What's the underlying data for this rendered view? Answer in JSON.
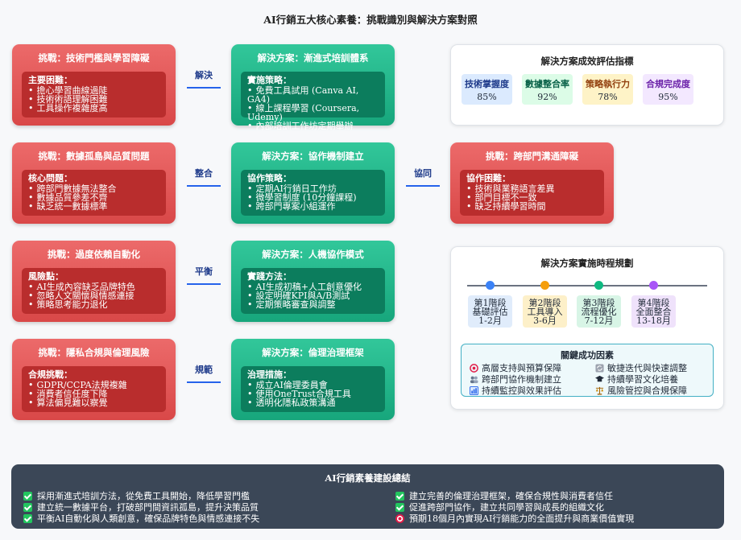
{
  "title": "AI行銷五大核心素養：挑戰識別與解決方案對照",
  "challenges": [
    {
      "title": "挑戰：技術門檻與學習障礙",
      "head": "主要困難：",
      "items": [
        "擔心學習曲線過陡",
        "技術術語理解困難",
        "工具操作複雜度高"
      ]
    },
    {
      "title": "挑戰：數據孤島與品質問題",
      "head": "核心問題：",
      "items": [
        "跨部門數據無法整合",
        "數據品質參差不齊",
        "缺乏統一數據標準"
      ]
    },
    {
      "title": "挑戰：過度依賴自動化",
      "head": "風險點：",
      "items": [
        "AI生成內容缺乏品牌特色",
        "忽略人文關懷與情感連接",
        "策略思考能力退化"
      ]
    },
    {
      "title": "挑戰：隱私合規與倫理風險",
      "head": "合規挑戰：",
      "items": [
        "GDPR/CCPA法規複雜",
        "消費者信任度下降",
        "算法偏見難以察覺"
      ]
    }
  ],
  "connectors": [
    "解決",
    "整合",
    "平衡",
    "規範"
  ],
  "solutions": [
    {
      "title": "解決方案：漸進式培訓體系",
      "head": "實施策略：",
      "items": [
        "免費工具試用 (Canva AI, GA4)",
        "線上課程學習 (Coursera, Udemy)",
        "內部培訓工作坊定期舉辦"
      ]
    },
    {
      "title": "解決方案：協作機制建立",
      "head": "協作策略：",
      "items": [
        "定期AI行銷日工作坊",
        "微學習制度 (10分鐘課程)",
        "跨部門專案小組運作"
      ]
    },
    {
      "title": "解決方案：人機協作模式",
      "head": "實踐方法：",
      "items": [
        "AI生成初稿+人工創意優化",
        "設定明確KPI與A/B測試",
        "定期策略審查與調整"
      ]
    },
    {
      "title": "解決方案：倫理治理框架",
      "head": "治理措施：",
      "items": [
        "成立AI倫理委員會",
        "使用OneTrust合規工具",
        "透明化隱私政策溝通"
      ]
    }
  ],
  "extra_connector": "協同",
  "extra_challenge": {
    "title": "挑戰：跨部門溝通障礙",
    "head": "協作困難：",
    "items": [
      "技術與業務語言差異",
      "部門目標不一致",
      "缺乏持續學習時間"
    ]
  },
  "metrics_panel": {
    "title": "解決方案成效評估指標",
    "metrics": [
      {
        "name": "技術掌握度",
        "value": "85%",
        "bg": "#dbeafe"
      },
      {
        "name": "數據整合率",
        "value": "92%",
        "bg": "#dcfce7"
      },
      {
        "name": "策略執行力",
        "value": "78%",
        "bg": "#fef3c7"
      },
      {
        "name": "合規完成度",
        "value": "95%",
        "bg": "#f3e8ff"
      }
    ]
  },
  "timeline_panel": {
    "title": "解決方案實施時程規劃",
    "phases": [
      {
        "name": "第1階段",
        "desc": "基礎評估",
        "period": "1-2月",
        "dot": "#3b82f6",
        "bg": "#e0ecfb"
      },
      {
        "name": "第2階段",
        "desc": "工具導入",
        "period": "3-6月",
        "dot": "#f59e0b",
        "bg": "#fdf0c9"
      },
      {
        "name": "第3階段",
        "desc": "流程優化",
        "period": "7-12月",
        "dot": "#10b981",
        "bg": "#d8f5e6"
      },
      {
        "name": "第4階段",
        "desc": "全面整合",
        "period": "13-18月",
        "dot": "#a855f7",
        "bg": "#efe2fb"
      }
    ],
    "factors_title": "關鍵成功因素",
    "factors": [
      {
        "text": "高層支持與預算保障",
        "icon": "target-icon",
        "color": "#e11d48"
      },
      {
        "text": "敏捷迭代與快速調整",
        "icon": "sync-icon",
        "color": "#6b7280"
      },
      {
        "text": "跨部門協作機制建立",
        "icon": "people-icon",
        "color": "#64748b"
      },
      {
        "text": "持續學習文化培養",
        "icon": "graduation-cap-icon",
        "color": "#1f2937"
      },
      {
        "text": "持續監控與效果評估",
        "icon": "chart-icon",
        "color": "#2563eb"
      },
      {
        "text": "風險管控與合規保障",
        "icon": "scales-icon",
        "color": "#a16207"
      }
    ]
  },
  "summary": {
    "title": "AI行銷素養建設總結",
    "left": [
      "採用漸進式培訓方法，從免費工具開始，降低學習門檻",
      "建立統一數據平台，打破部門間資訊孤島，提升決策品質",
      "平衡AI自動化與人類創意，確保品牌特色與情感連接不失"
    ],
    "right": [
      "建立完善的倫理治理框架，確保合規性與消費者信任",
      "促進跨部門協作，建立共同學習與成長的組織文化",
      "預期18個月內實現AI行銷能力的全面提升與商業價值實現"
    ]
  }
}
